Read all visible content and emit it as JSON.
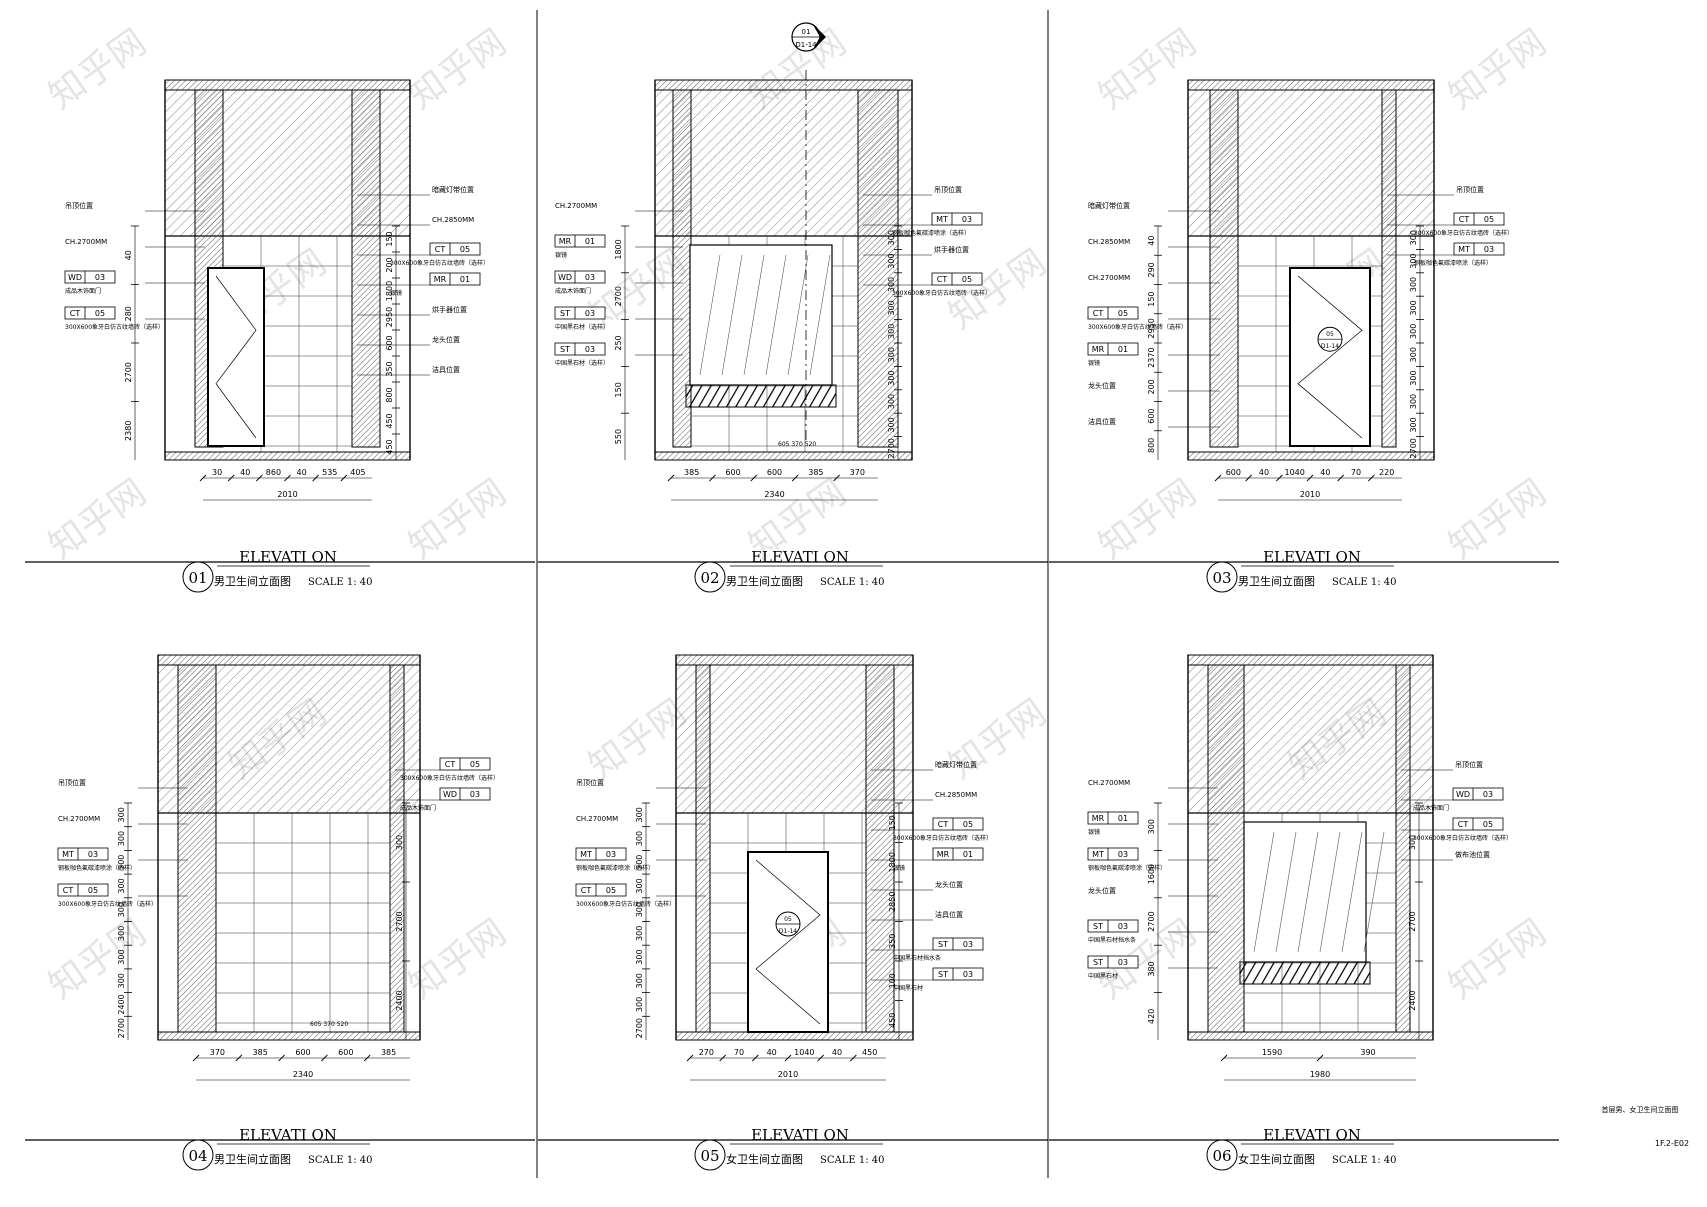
{
  "watermark": "知乎网",
  "title_block": {
    "drawing_title": "首层男、女卫生间立面图",
    "drawing_no": "1F.2-E02"
  },
  "callouts_top": {
    "sheet_ref": "D1-14",
    "number": "01"
  },
  "panels": [
    {
      "number": "01",
      "title": "ELEVATI ON",
      "subtitle": "男卫生间立面图",
      "scale": "SCALE 1: 40",
      "left_tags": [
        {
          "label": "吊顶位置"
        },
        {
          "label": "CH.2700MM"
        },
        {
          "code": "WD",
          "num": "03",
          "desc": "成品木饰面门"
        },
        {
          "code": "CT",
          "num": "05",
          "desc": "300X600象牙白仿古纹墙砖（选样）"
        }
      ],
      "right_tags": [
        {
          "label": "暗藏灯带位置"
        },
        {
          "label": "CH.2850MM"
        },
        {
          "code": "CT",
          "num": "05",
          "desc": "300X600象牙白仿古纹墙砖（选样）"
        },
        {
          "code": "MR",
          "num": "01",
          "desc": "银镜"
        },
        {
          "label": "烘手器位置"
        },
        {
          "label": "龙头位置"
        },
        {
          "label": "洁具位置"
        }
      ],
      "vdims_left": [
        "40",
        "280",
        "2700",
        "2380"
      ],
      "vdims_right": [
        "150",
        "200",
        "1800",
        "2950",
        "600",
        "350",
        "800",
        "450",
        "450"
      ],
      "hdims": [
        "30",
        "40",
        "860",
        "40",
        "535",
        "405"
      ],
      "hdim_total": "2010"
    },
    {
      "number": "02",
      "title": "ELEVATI ON",
      "subtitle": "男卫生间立面图",
      "scale": "SCALE 1: 40",
      "left_tags": [
        {
          "label": "CH.2700MM"
        },
        {
          "code": "MR",
          "num": "01",
          "desc": "银镜"
        },
        {
          "code": "WD",
          "num": "03",
          "desc": "成品木饰面门"
        },
        {
          "code": "ST",
          "num": "03",
          "desc": "中国黑石材（选样）"
        },
        {
          "code": "ST",
          "num": "03",
          "desc": "中国黑石材（选样）"
        }
      ],
      "right_tags": [
        {
          "label": "吊顶位置"
        },
        {
          "code": "MT",
          "num": "03",
          "desc": "钢板咖色氟碳漆喷涂（选样）"
        },
        {
          "label": "烘手器位置"
        },
        {
          "code": "CT",
          "num": "05",
          "desc": "300X600象牙白仿古纹墙砖（选样）"
        }
      ],
      "vdims_left": [
        "1800",
        "2700",
        "250",
        "150",
        "550"
      ],
      "vdims_right": [
        "300",
        "300",
        "300",
        "300",
        "300",
        "300",
        "300",
        "300",
        "300",
        "2700"
      ],
      "hdims": [
        "385",
        "600",
        "600",
        "385",
        "370"
      ],
      "hdim_total": "2340",
      "hdim_note": "605  370 520"
    },
    {
      "number": "03",
      "title": "ELEVATI ON",
      "subtitle": "男卫生间立面图",
      "scale": "SCALE 1: 40",
      "left_tags": [
        {
          "label": "暗藏灯带位置"
        },
        {
          "label": "CH.2850MM"
        },
        {
          "label": "CH.2700MM"
        },
        {
          "code": "CT",
          "num": "05",
          "desc": "300X600象牙白仿古纹墙砖（选样）"
        },
        {
          "code": "MR",
          "num": "01",
          "desc": "银镜"
        },
        {
          "label": "龙头位置"
        },
        {
          "label": "洁具位置"
        }
      ],
      "right_tags": [
        {
          "label": "吊顶位置"
        },
        {
          "code": "CT",
          "num": "05",
          "desc": "300X600象牙白仿古纹墙砖（选样）"
        },
        {
          "code": "MT",
          "num": "03",
          "desc": "钢板咖色氟碳漆喷涂（选样）"
        }
      ],
      "vdims_left": [
        "40",
        "290",
        "150",
        "2950",
        "2370",
        "200",
        "600",
        "800"
      ],
      "vdims_right": [
        "300",
        "300",
        "300",
        "300",
        "300",
        "300",
        "300",
        "300",
        "300",
        "2700"
      ],
      "hdims": [
        "600",
        "40",
        "1040",
        "40",
        "70",
        "220"
      ],
      "hdim_total": "2010",
      "door_ref": {
        "num": "05",
        "sheet": "D1-14"
      }
    },
    {
      "number": "04",
      "title": "ELEVATI ON",
      "subtitle": "男卫生间立面图",
      "scale": "SCALE 1: 40",
      "left_tags": [
        {
          "label": "吊顶位置"
        },
        {
          "label": "CH.2700MM"
        },
        {
          "code": "MT",
          "num": "03",
          "desc": "钢板咖色氟碳漆喷涂（选样）"
        },
        {
          "code": "CT",
          "num": "05",
          "desc": "300X600象牙白仿古纹墙砖（选样）"
        }
      ],
      "right_tags": [
        {
          "code": "CT",
          "num": "05",
          "desc": "300X600象牙白仿古纹墙砖（选样）"
        },
        {
          "code": "WD",
          "num": "03",
          "desc": "成品木饰面门"
        }
      ],
      "vdims_left": [
        "300",
        "300",
        "300",
        "300",
        "300",
        "300",
        "300",
        "300",
        "2400",
        "2700"
      ],
      "vdims_right": [
        "300",
        "2700",
        "2400"
      ],
      "hdims": [
        "370",
        "385",
        "600",
        "600",
        "385"
      ],
      "hdim_total": "2340",
      "hdim_note": "605 370  520"
    },
    {
      "number": "05",
      "title": "ELEVATI ON",
      "subtitle": "女卫生间立面图",
      "scale": "SCALE 1: 40",
      "left_tags": [
        {
          "label": "吊顶位置"
        },
        {
          "label": "CH.2700MM"
        },
        {
          "code": "MT",
          "num": "03",
          "desc": "钢板咖色氟碳漆喷涂（选样）"
        },
        {
          "code": "CT",
          "num": "05",
          "desc": "300X600象牙白仿古纹墙砖（选样）"
        }
      ],
      "right_tags": [
        {
          "label": "暗藏灯带位置"
        },
        {
          "label": "CH.2850MM"
        },
        {
          "code": "CT",
          "num": "05",
          "desc": "300X600象牙白仿古纹墙砖（选样）"
        },
        {
          "code": "MR",
          "num": "01",
          "desc": "银镜"
        },
        {
          "label": "龙头位置"
        },
        {
          "label": "洁具位置"
        },
        {
          "code": "ST",
          "num": "03",
          "desc": "中国黑石材挡水条"
        },
        {
          "code": "ST",
          "num": "03",
          "desc": "中国黑石材"
        }
      ],
      "vdims_left": [
        "300",
        "300",
        "300",
        "300",
        "300",
        "300",
        "300",
        "300",
        "300",
        "2700"
      ],
      "vdims_right": [
        "150",
        "1800",
        "2850",
        "350",
        "100",
        "450"
      ],
      "hdims": [
        "270",
        "70",
        "40",
        "1040",
        "40",
        "450"
      ],
      "hdim_total": "2010",
      "door_ref": {
        "num": "05",
        "sheet": "D1-14"
      }
    },
    {
      "number": "06",
      "title": "ELEVATI ON",
      "subtitle": "女卫生间立面图",
      "scale": "SCALE 1: 40",
      "left_tags": [
        {
          "label": "CH.2700MM"
        },
        {
          "code": "MR",
          "num": "01",
          "desc": "银镜"
        },
        {
          "code": "MT",
          "num": "03",
          "desc": "钢板咖色氟碳漆喷涂（选样）"
        },
        {
          "label": "龙头位置"
        },
        {
          "code": "ST",
          "num": "03",
          "desc": "中国黑石材挡水条"
        },
        {
          "code": "ST",
          "num": "03",
          "desc": "中国黑石材"
        }
      ],
      "right_tags": [
        {
          "label": "吊顶位置"
        },
        {
          "code": "WD",
          "num": "03",
          "desc": "成品木饰面门"
        },
        {
          "code": "CT",
          "num": "05",
          "desc": "300X600象牙白仿古纹墙砖（选样）"
        },
        {
          "label": "做布池位置"
        }
      ],
      "vdims_left": [
        "300",
        "1600",
        "2700",
        "380",
        "420"
      ],
      "vdims_right": [
        "300",
        "2700",
        "2400"
      ],
      "hdims": [
        "1590",
        "390"
      ],
      "hdim_total": "1980"
    }
  ]
}
